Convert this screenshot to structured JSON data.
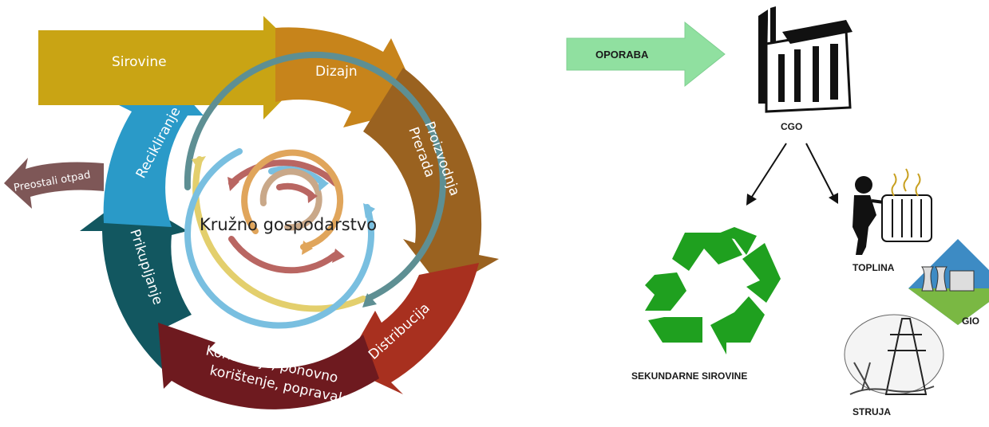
{
  "circular_economy": {
    "center_title": "Kružno gospodarstvo",
    "stages": {
      "sirovine": "Sirovine",
      "dizajn": "Dizajn",
      "proizvodnja_line1": "Proizvodnja",
      "proizvodnja_line2": "Prerada",
      "distribucija": "Distribucija",
      "koristenje_line1": "Korištenje, ponovno",
      "koristenje_line2": "korištenje, popravak",
      "prikupljanje": "Prikupljanje",
      "recikliranje": "Recikliranje",
      "preostali_otpad": "Preostali otpad"
    },
    "colors": {
      "sirovine": "#c9a414",
      "dizajn": "#c7841b",
      "proizvodnja": "#9a6220",
      "distribucija": "#a8301f",
      "koristenje": "#6e1a1f",
      "prikupljanje": "#125760",
      "recikliranje": "#2a9ac8",
      "preostali_otpad": "#7e5757"
    }
  },
  "recovery": {
    "oporaba": "OPORABA",
    "cgo": "CGO",
    "sekundarne_sirovine": "SEKUNDARNE SIROVINE",
    "toplina": "TOPLINA",
    "gio": "GIO",
    "struja": "STRUJA",
    "colors": {
      "oporaba_arrow": "#90e0a0",
      "recycle": "#1fa01f"
    }
  }
}
